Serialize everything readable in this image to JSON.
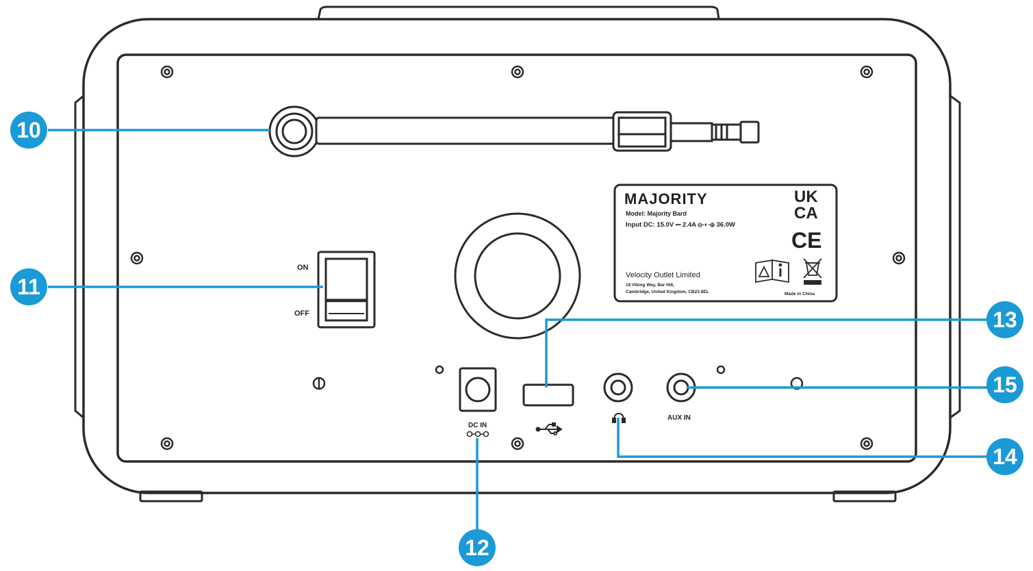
{
  "figure": {
    "accent_color": "#1a9ad6",
    "outline_color": "#2a2a2a"
  },
  "callouts": [
    {
      "number": "10",
      "part": "telescopic-antenna"
    },
    {
      "number": "11",
      "part": "power-switch"
    },
    {
      "number": "12",
      "part": "dc-in-socket"
    },
    {
      "number": "13",
      "part": "usb-port"
    },
    {
      "number": "14",
      "part": "headphone-socket"
    },
    {
      "number": "15",
      "part": "aux-in-socket"
    }
  ],
  "switch_labels": {
    "on": "ON",
    "off": "OFF"
  },
  "port_labels": {
    "dc_in": "DC IN",
    "aux_in": "AUX IN"
  },
  "rating_label": {
    "brand": "MAJORITY",
    "model": "Model: Majority Bard",
    "input": "Input DC: 15.0V ⎓ 2.4A ⊖-◐-⊕ 36.0W",
    "ukca_top": "UK",
    "ukca_bottom": "CA",
    "ce": "CE",
    "company": "Velocity Outlet Limited",
    "address_1": "19 Viking Way, Bar Hill,",
    "address_2": "Cambridge, United Kingdom, CB23 8EL",
    "origin": "Made in China"
  },
  "icons": {
    "usb": "usb-icon",
    "headphone": "headphone-icon",
    "polarity": "polarity-icon",
    "manual": "read-manual-icon",
    "weee": "weee-bin-icon"
  }
}
